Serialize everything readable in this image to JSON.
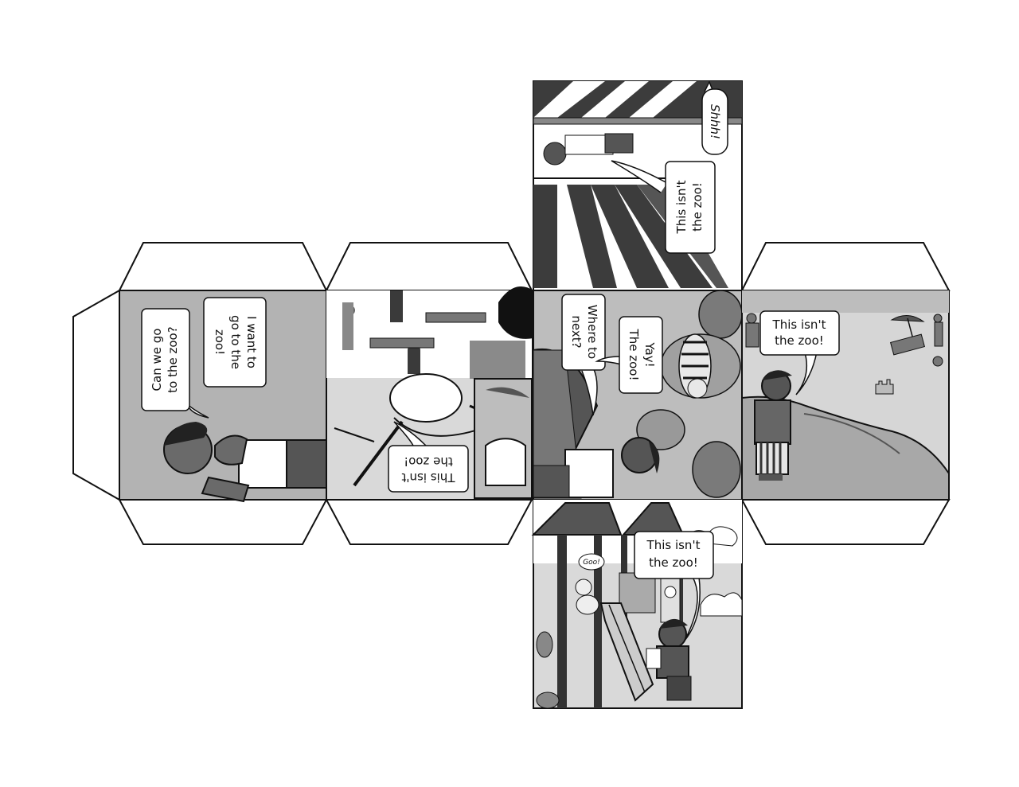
{
  "panels": {
    "left": {
      "bubble_1": [
        "Can we go",
        "to the zoo?"
      ],
      "bubble_2": [
        "I want to",
        "go to the",
        "zoo!"
      ]
    },
    "museum": {
      "bubble": [
        "This isn't",
        "the zoo!"
      ]
    },
    "top": {
      "shout": "Shhh!",
      "bubble": [
        "This isn't",
        "the zoo!"
      ]
    },
    "zoo": {
      "bubble_1": [
        "Where to",
        "next?"
      ],
      "bubble_2": [
        "Yay!",
        "The zoo!"
      ]
    },
    "beach": {
      "bubble": [
        "This isn't",
        "the zoo!"
      ]
    },
    "playground": {
      "bubble": [
        "This isn't",
        "the zoo!"
      ],
      "baby_shout": "Goo!"
    }
  }
}
